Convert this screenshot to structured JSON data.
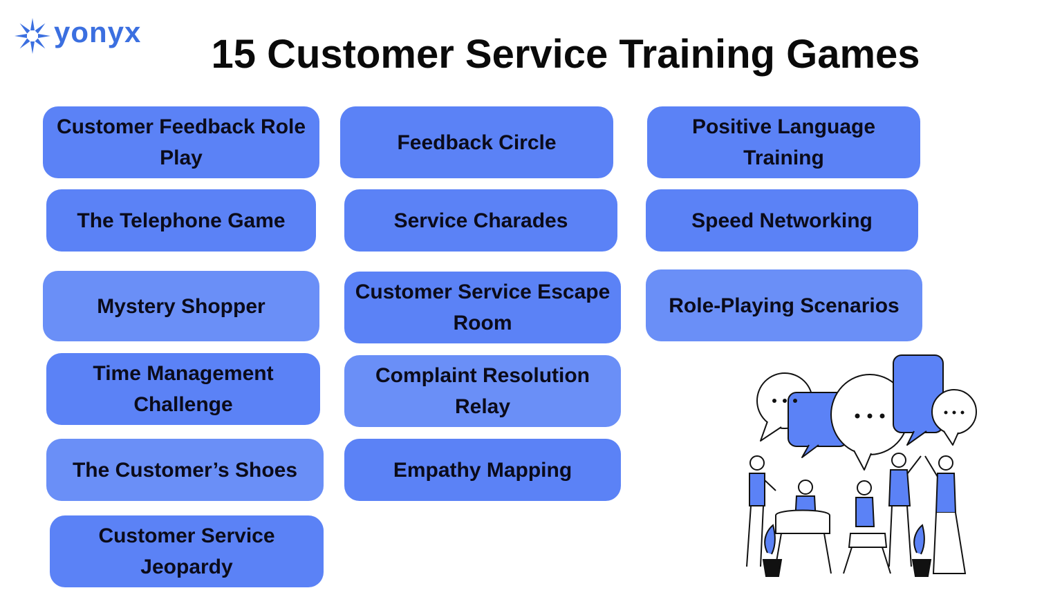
{
  "brand": {
    "name": "yonyx",
    "color": "#3b6fe0"
  },
  "title": "15 Customer Service Training Games",
  "accent": "#5b82f6",
  "games": [
    "Customer Feedback Role Play",
    "Feedback Circle",
    "Positive Language Training",
    "The Telephone Game",
    "Service Charades",
    "Speed Networking",
    "Mystery Shopper",
    "Customer Service Escape Room",
    "Role-Playing Scenarios",
    "Time Management Challenge",
    "Complaint Resolution Relay",
    "The Customer’s Shoes",
    "Empathy Mapping",
    "Customer Service Jeopardy"
  ],
  "illustration": {
    "icon": "people-conversation-illustration",
    "bubble_text": "..."
  }
}
